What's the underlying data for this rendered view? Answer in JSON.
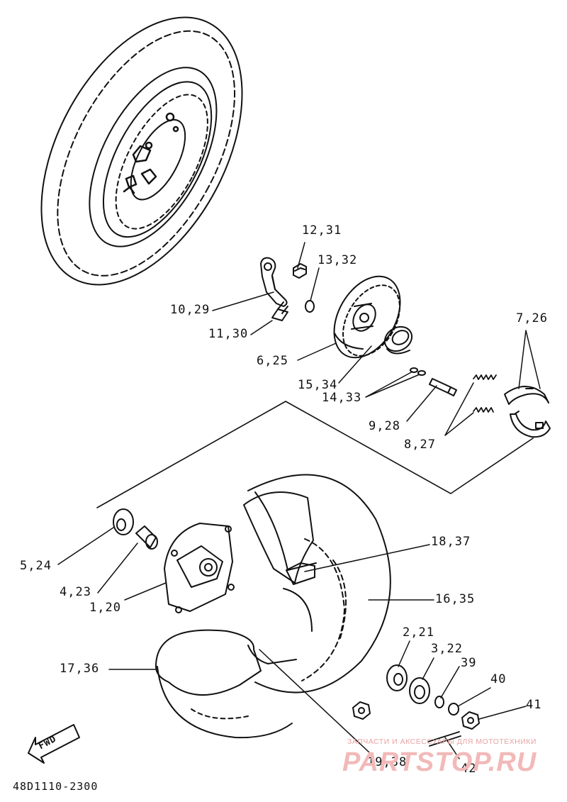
{
  "diagram": {
    "drawing_code": "48D1110-2300",
    "fwd_label": "FWD",
    "callouts": [
      {
        "id": "c1",
        "text": "12,31"
      },
      {
        "id": "c2",
        "text": "13,32"
      },
      {
        "id": "c3",
        "text": "10,29"
      },
      {
        "id": "c4",
        "text": "11,30"
      },
      {
        "id": "c5",
        "text": "7,26"
      },
      {
        "id": "c6",
        "text": "6,25"
      },
      {
        "id": "c7",
        "text": "15,34"
      },
      {
        "id": "c8",
        "text": "14,33"
      },
      {
        "id": "c9",
        "text": "9,28"
      },
      {
        "id": "c10",
        "text": "8,27"
      },
      {
        "id": "c11",
        "text": "18,37"
      },
      {
        "id": "c12",
        "text": "5,24"
      },
      {
        "id": "c13",
        "text": "16,35"
      },
      {
        "id": "c14",
        "text": "4,23"
      },
      {
        "id": "c15",
        "text": "1,20"
      },
      {
        "id": "c16",
        "text": "2,21"
      },
      {
        "id": "c17",
        "text": "3,22"
      },
      {
        "id": "c18",
        "text": "39"
      },
      {
        "id": "c19",
        "text": "17,36"
      },
      {
        "id": "c20",
        "text": "40"
      },
      {
        "id": "c21",
        "text": "41"
      },
      {
        "id": "c22",
        "text": "19,38"
      },
      {
        "id": "c23",
        "text": "42"
      }
    ]
  },
  "watermark": {
    "tagline": "ЗАПЧАСТИ И АКСЕССУАРЫ ДЛЯ МОТОТЕХНИКИ",
    "brand": "PARTSTOP.RU",
    "color": "#f2b9b9"
  }
}
